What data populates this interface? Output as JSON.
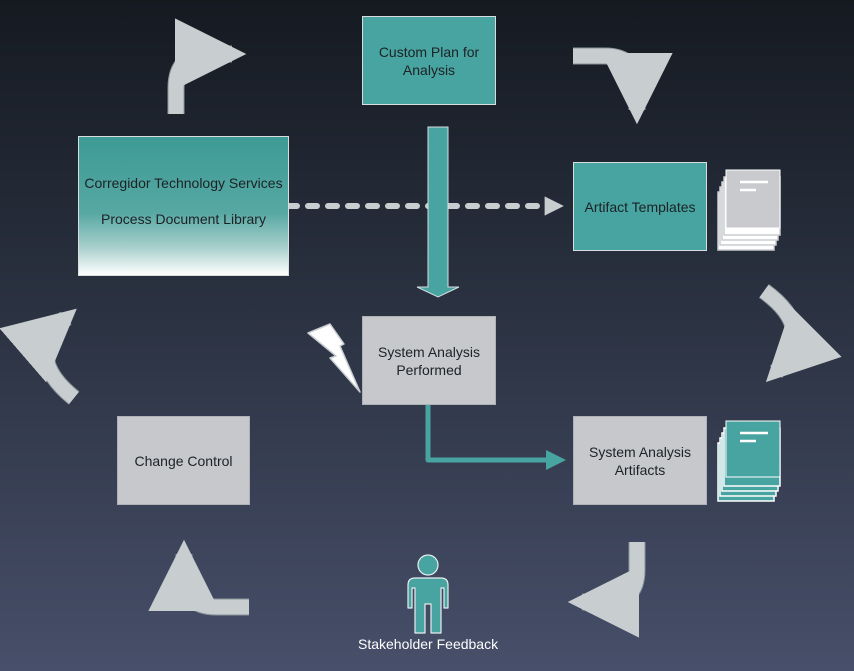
{
  "boxes": {
    "custom_plan": {
      "lines": [
        "Custom Plan for",
        "Analysis"
      ]
    },
    "library": {
      "lines": [
        "Corregidor Technology Services",
        "Process Document Library"
      ]
    },
    "artifact_templates": {
      "lines": [
        "Artifact Templates"
      ]
    },
    "system_analysis_performed": {
      "lines": [
        "System Analysis",
        "Performed"
      ]
    },
    "system_analysis_artifacts": {
      "lines": [
        "System Analysis",
        "Artifacts"
      ]
    },
    "change_control": {
      "lines": [
        "Change Control"
      ]
    }
  },
  "stakeholder": {
    "label": "Stakeholder Feedback"
  },
  "icons": [
    "cycle-arrow-icon",
    "document-stack-icon",
    "lightning-bolt-icon",
    "person-icon",
    "dashed-arrow-icon",
    "down-arrow-icon",
    "elbow-arrow-icon"
  ],
  "colors": {
    "teal": "#48a4a0",
    "gray_box": "#c6c8cb",
    "arrow_gray": "#c8cdd0",
    "background_top": "#151a21",
    "background_bottom": "#474f6a"
  }
}
